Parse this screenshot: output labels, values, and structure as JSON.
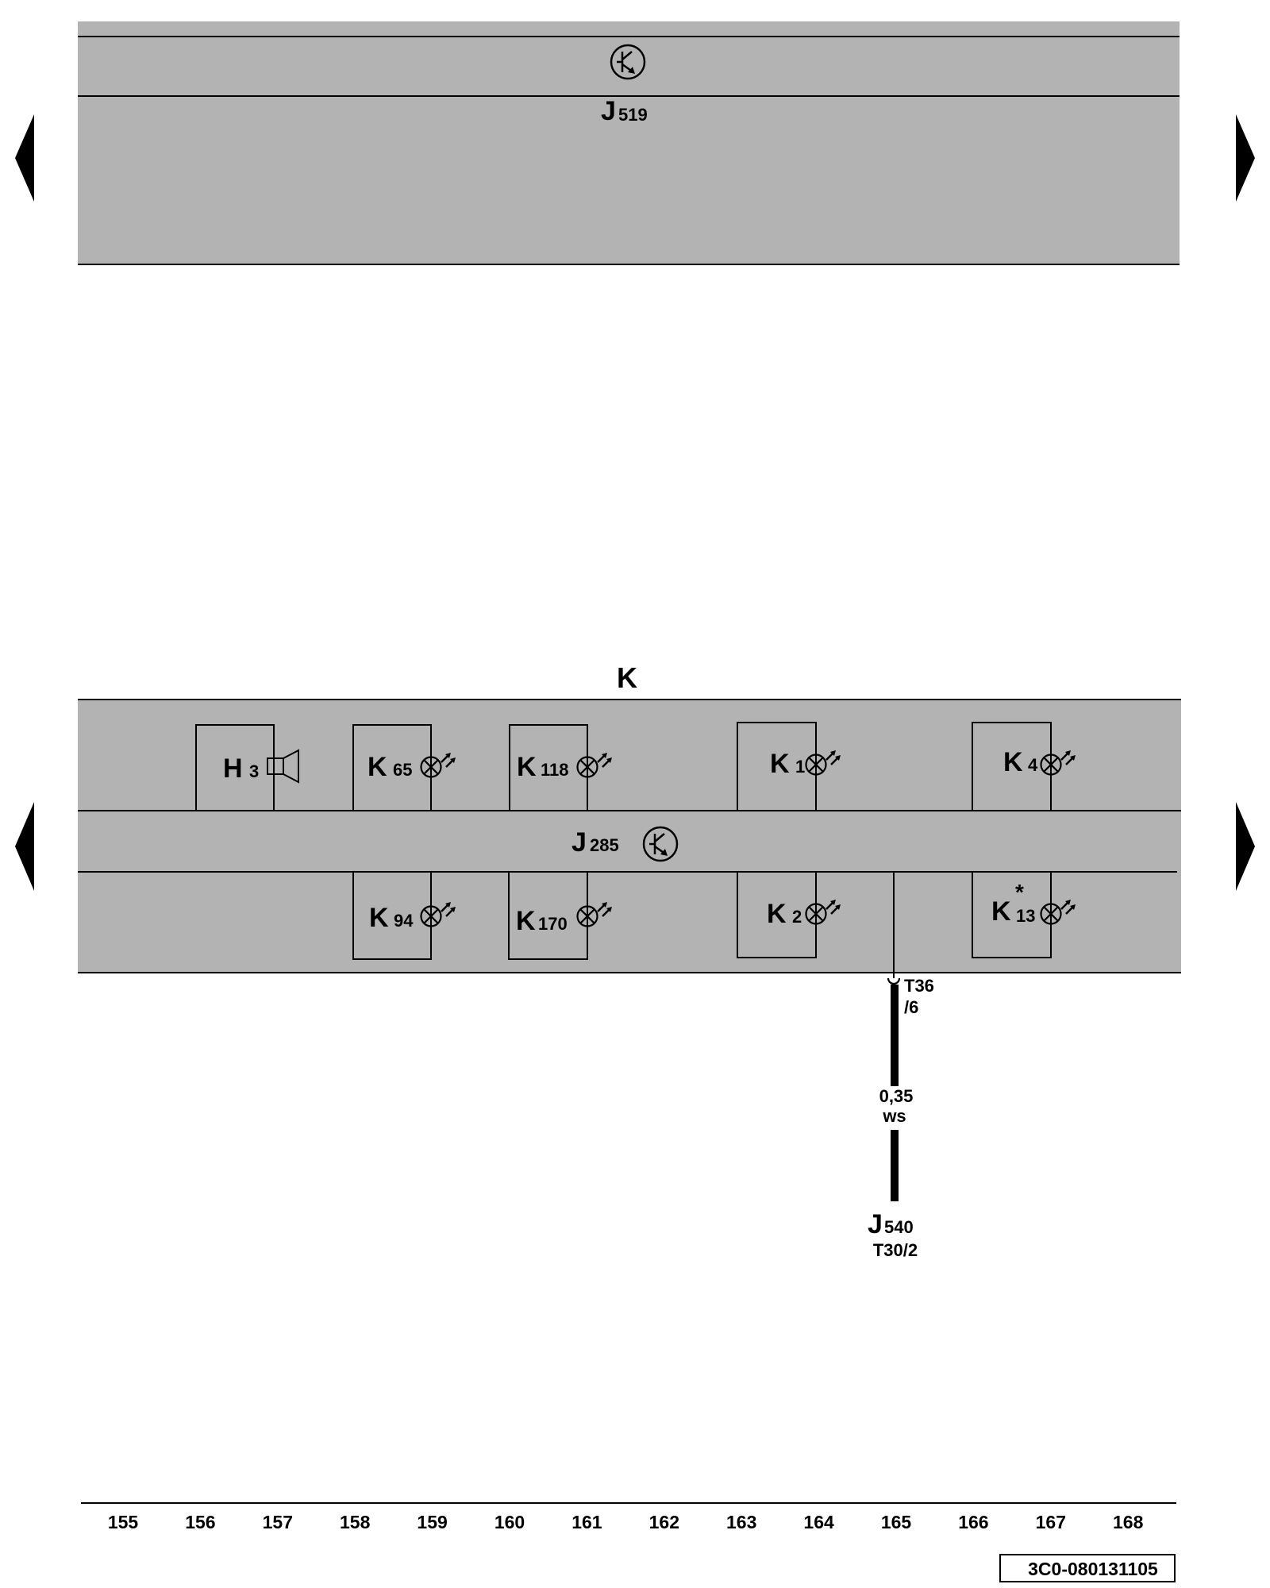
{
  "control_unit_top": {
    "letter": "J",
    "number": "519"
  },
  "instrument_cluster": {
    "title": "K",
    "controller_letter": "J",
    "controller_number": "285"
  },
  "components_upper": [
    {
      "letter": "H",
      "number": "3",
      "symbol": "buzzer"
    },
    {
      "letter": "K",
      "number": "65",
      "symbol": "warning-lamp"
    },
    {
      "letter": "K",
      "number": "118",
      "symbol": "warning-lamp"
    },
    {
      "letter": "K",
      "number": "1",
      "symbol": "warning-lamp"
    },
    {
      "letter": "K",
      "number": "4",
      "symbol": "warning-lamp"
    }
  ],
  "components_lower": [
    {
      "letter": "K",
      "number": "94",
      "symbol": "warning-lamp"
    },
    {
      "letter": "K",
      "number": "170",
      "symbol": "warning-lamp"
    },
    {
      "letter": "K",
      "number": "2",
      "symbol": "warning-lamp"
    },
    {
      "letter": "K",
      "number": "13",
      "marker": "*",
      "symbol": "warning-lamp"
    }
  ],
  "connector": {
    "line1": "T36",
    "line2": "/6"
  },
  "wire": {
    "gauge": "0,35",
    "color": "ws"
  },
  "destination": {
    "letter": "J",
    "number": "540",
    "pin": "T30/2"
  },
  "columns": [
    "155",
    "156",
    "157",
    "158",
    "159",
    "160",
    "161",
    "162",
    "163",
    "164",
    "165",
    "166",
    "167",
    "168"
  ],
  "doc_number": "3C0-080131105",
  "colors": {
    "panel": "#b3b3b3",
    "line": "#000000"
  }
}
